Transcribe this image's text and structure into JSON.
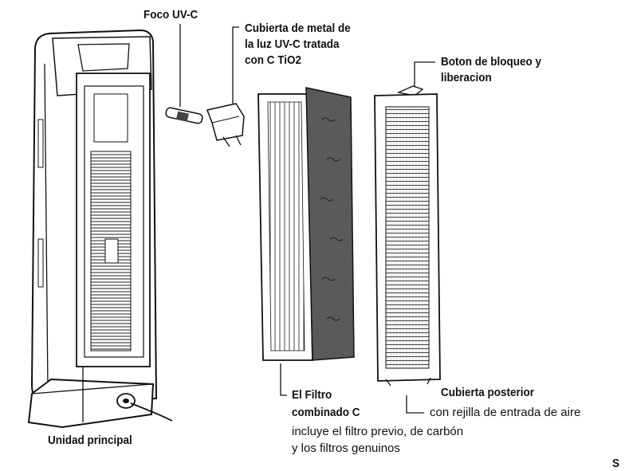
{
  "labels": {
    "uv_bulb": "Foco UV-C",
    "metal_cover_1": "Cubierta de metal de",
    "metal_cover_2": "la luz UV-C tratada",
    "metal_cover_3": "con C TiO2",
    "lock_1": "Boton de bloqueo y",
    "lock_2": "liberacion",
    "rear_cover_title": "Cubierta posterior",
    "rear_cover_desc": "con rejilla de entrada de aire",
    "filter_1": "El Filtro",
    "filter_2": "combinado C",
    "filter_desc_1": "incluye el filtro previo, de carbón",
    "filter_desc_2": "y los filtros genuinos",
    "main_unit": "Unidad principal",
    "corner_fragment": "S"
  },
  "colors": {
    "ink": "#111111",
    "carbon": "#555555",
    "panel": "#ffffff"
  }
}
